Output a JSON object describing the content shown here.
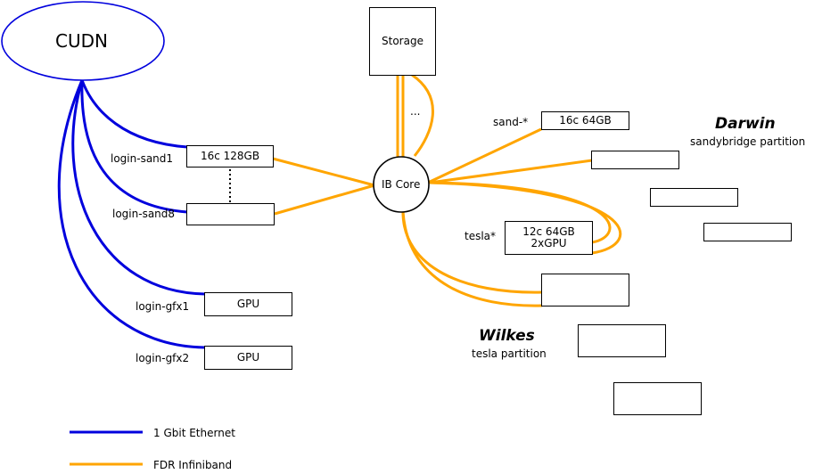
{
  "colors": {
    "ethernet": "#0000dd",
    "infiniband": "#ffa500",
    "outline": "#000000"
  },
  "nodes": {
    "cudn": "CUDN",
    "storage": "Storage",
    "storage_ellipsis": "...",
    "ib_core": "IB Core",
    "login_sand1_box": "16c 128GB",
    "login_sand8_box": "",
    "login_gfx1_box": "GPU",
    "login_gfx2_box": "GPU",
    "sand_box": "16c 64GB",
    "tesla_box": "12c 64GB\n2xGPU"
  },
  "labels": {
    "login_sand1": "login-sand1",
    "login_sand8": "login-sand8",
    "login_gfx1": "login-gfx1",
    "login_gfx2": "login-gfx2",
    "sand": "sand-*",
    "tesla": "tesla*"
  },
  "clusters": {
    "darwin": {
      "title": "Darwin",
      "subtitle": "sandybridge partition"
    },
    "wilkes": {
      "title": "Wilkes",
      "subtitle": "tesla partition"
    }
  },
  "legend": [
    {
      "label": "1 Gbit Ethernet",
      "color": "#0000dd"
    },
    {
      "label": "FDR Infiniband",
      "color": "#ffa500"
    }
  ]
}
